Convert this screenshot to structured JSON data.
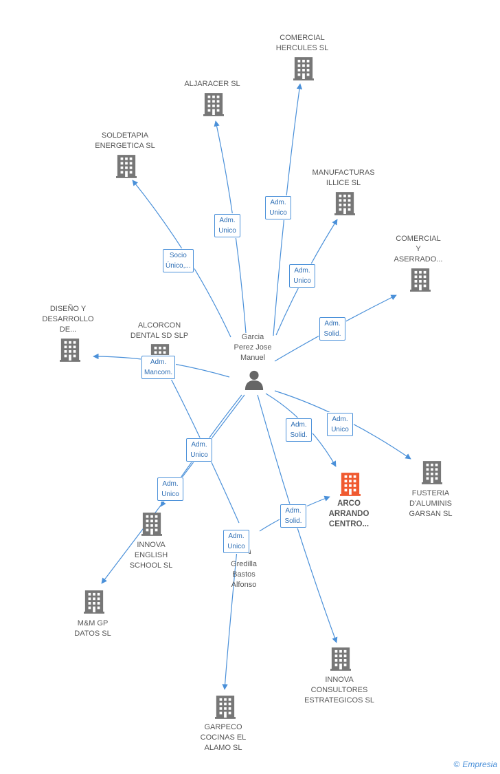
{
  "colors": {
    "edge": "#4a90d9",
    "building": "#777777",
    "highlight": "#f05a30",
    "person": "#666666"
  },
  "center_person": {
    "label": "Garcia\nPerez Jose\nManuel",
    "icon": "person-icon"
  },
  "second_person": {
    "label": "Gredilla\nBastos\nAlfonso",
    "icon": "person-icon"
  },
  "companies": [
    {
      "id": "hercules",
      "label": "COMERCIAL\nHERCULES SL"
    },
    {
      "id": "aljaracer",
      "label": "ALJARACER SL"
    },
    {
      "id": "soldetapia",
      "label": "SOLDETAPIA\nENERGETICA SL"
    },
    {
      "id": "manufacturas",
      "label": "MANUFACTURAS\nILLICE SL"
    },
    {
      "id": "aserrado",
      "label": "COMERCIAL\nY\nASERRADO..."
    },
    {
      "id": "diseno",
      "label": "DISEÑO Y\nDESARROLLO\nDE..."
    },
    {
      "id": "alcorcon",
      "label": "ALCORCON\nDENTAL SD SLP"
    },
    {
      "id": "arco",
      "label": "ARCO\nARRANDO\nCENTRO...",
      "highlight": true
    },
    {
      "id": "fusteria",
      "label": "FUSTERIA\nD'ALUMINIS\nGARSAN SL"
    },
    {
      "id": "innova_english",
      "label": "INNOVA\nENGLISH\nSCHOOL SL"
    },
    {
      "id": "mmgp",
      "label": "M&M GP\nDATOS SL"
    },
    {
      "id": "innova_consultores",
      "label": "INNOVA\nCONSULTORES\nESTRATEGICOS SL"
    },
    {
      "id": "garpeco",
      "label": "GARPECO\nCOCINAS EL\nALAMO SL"
    }
  ],
  "relations": [
    {
      "id": "r_hercules",
      "label": "Adm.\nUnico"
    },
    {
      "id": "r_aljaracer",
      "label": "Adm.\nUnico"
    },
    {
      "id": "r_soldetapia",
      "label": "Socio\nÚnico,..."
    },
    {
      "id": "r_manufacturas",
      "label": "Adm.\nUnico"
    },
    {
      "id": "r_aserrado",
      "label": "Adm.\nSolid."
    },
    {
      "id": "r_diseno",
      "label": "Adm.\nMancom."
    },
    {
      "id": "r_arco",
      "label": "Adm.\nSolid."
    },
    {
      "id": "r_fusteria",
      "label": "Adm.\nUnico"
    },
    {
      "id": "r_innova_english_a",
      "label": "Adm.\nUnico"
    },
    {
      "id": "r_innova_english_b",
      "label": "Adm.\nUnico"
    },
    {
      "id": "r_gredilla_arco",
      "label": "Adm.\nSolid."
    },
    {
      "id": "r_gredilla_garpeco",
      "label": "Adm.\nUnico"
    }
  ],
  "footer": {
    "copyright": "©",
    "brand": "Empresia"
  }
}
